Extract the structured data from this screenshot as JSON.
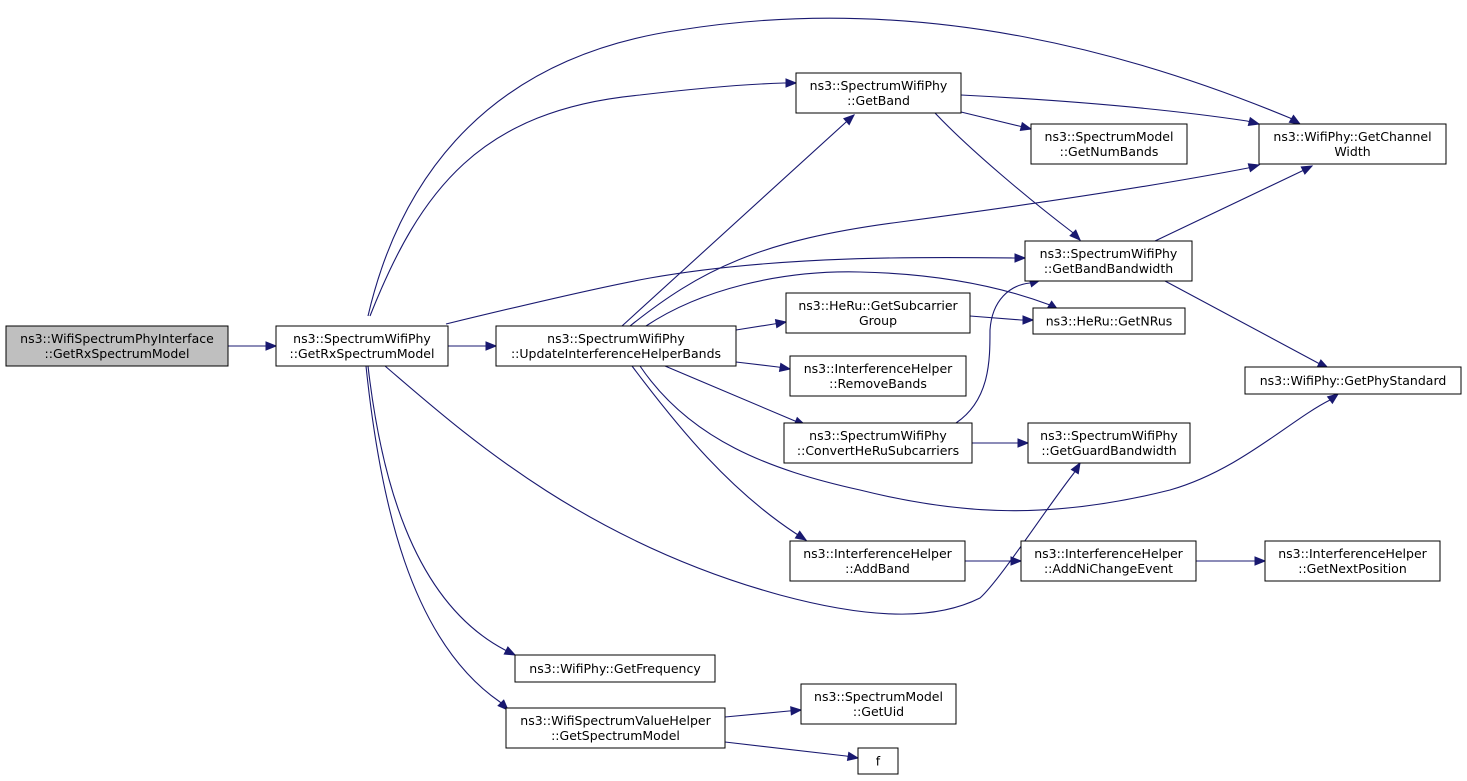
{
  "graph": {
    "edge_color": "#191970",
    "root_fill": "#bfbfbf",
    "nodes": [
      {
        "id": "root",
        "lines": [
          "ns3::WifiSpectrumPhyInterface",
          "::GetRxSpectrumModel"
        ],
        "root": true
      },
      {
        "id": "getRx",
        "lines": [
          "ns3::SpectrumWifiPhy",
          "::GetRxSpectrumModel"
        ]
      },
      {
        "id": "update",
        "lines": [
          "ns3::SpectrumWifiPhy",
          "::UpdateInterferenceHelperBands"
        ]
      },
      {
        "id": "getBand",
        "lines": [
          "ns3::SpectrumWifiPhy",
          "::GetBand"
        ]
      },
      {
        "id": "numBands",
        "lines": [
          "ns3::SpectrumModel",
          "::GetNumBands"
        ]
      },
      {
        "id": "chWidth",
        "lines": [
          "ns3::WifiPhy::GetChannel",
          "Width"
        ]
      },
      {
        "id": "bandBw",
        "lines": [
          "ns3::SpectrumWifiPhy",
          "::GetBandBandwidth"
        ]
      },
      {
        "id": "subGroup",
        "lines": [
          "ns3::HeRu::GetSubcarrier",
          "Group"
        ]
      },
      {
        "id": "nrus",
        "lines": [
          "ns3::HeRu::GetNRus"
        ]
      },
      {
        "id": "removeBands",
        "lines": [
          "ns3::InterferenceHelper",
          "::RemoveBands"
        ]
      },
      {
        "id": "phyStd",
        "lines": [
          "ns3::WifiPhy::GetPhyStandard"
        ]
      },
      {
        "id": "convert",
        "lines": [
          "ns3::SpectrumWifiPhy",
          "::ConvertHeRuSubcarriers"
        ]
      },
      {
        "id": "guardBw",
        "lines": [
          "ns3::SpectrumWifiPhy",
          "::GetGuardBandwidth"
        ]
      },
      {
        "id": "addBand",
        "lines": [
          "ns3::InterferenceHelper",
          "::AddBand"
        ]
      },
      {
        "id": "addNi",
        "lines": [
          "ns3::InterferenceHelper",
          "::AddNiChangeEvent"
        ]
      },
      {
        "id": "nextPos",
        "lines": [
          "ns3::InterferenceHelper",
          "::GetNextPosition"
        ]
      },
      {
        "id": "freq",
        "lines": [
          "ns3::WifiPhy::GetFrequency"
        ]
      },
      {
        "id": "valHelper",
        "lines": [
          "ns3::WifiSpectrumValueHelper",
          "::GetSpectrumModel"
        ]
      },
      {
        "id": "uid",
        "lines": [
          "ns3::SpectrumModel",
          "::GetUid"
        ]
      },
      {
        "id": "f",
        "lines": [
          "f"
        ]
      }
    ]
  }
}
